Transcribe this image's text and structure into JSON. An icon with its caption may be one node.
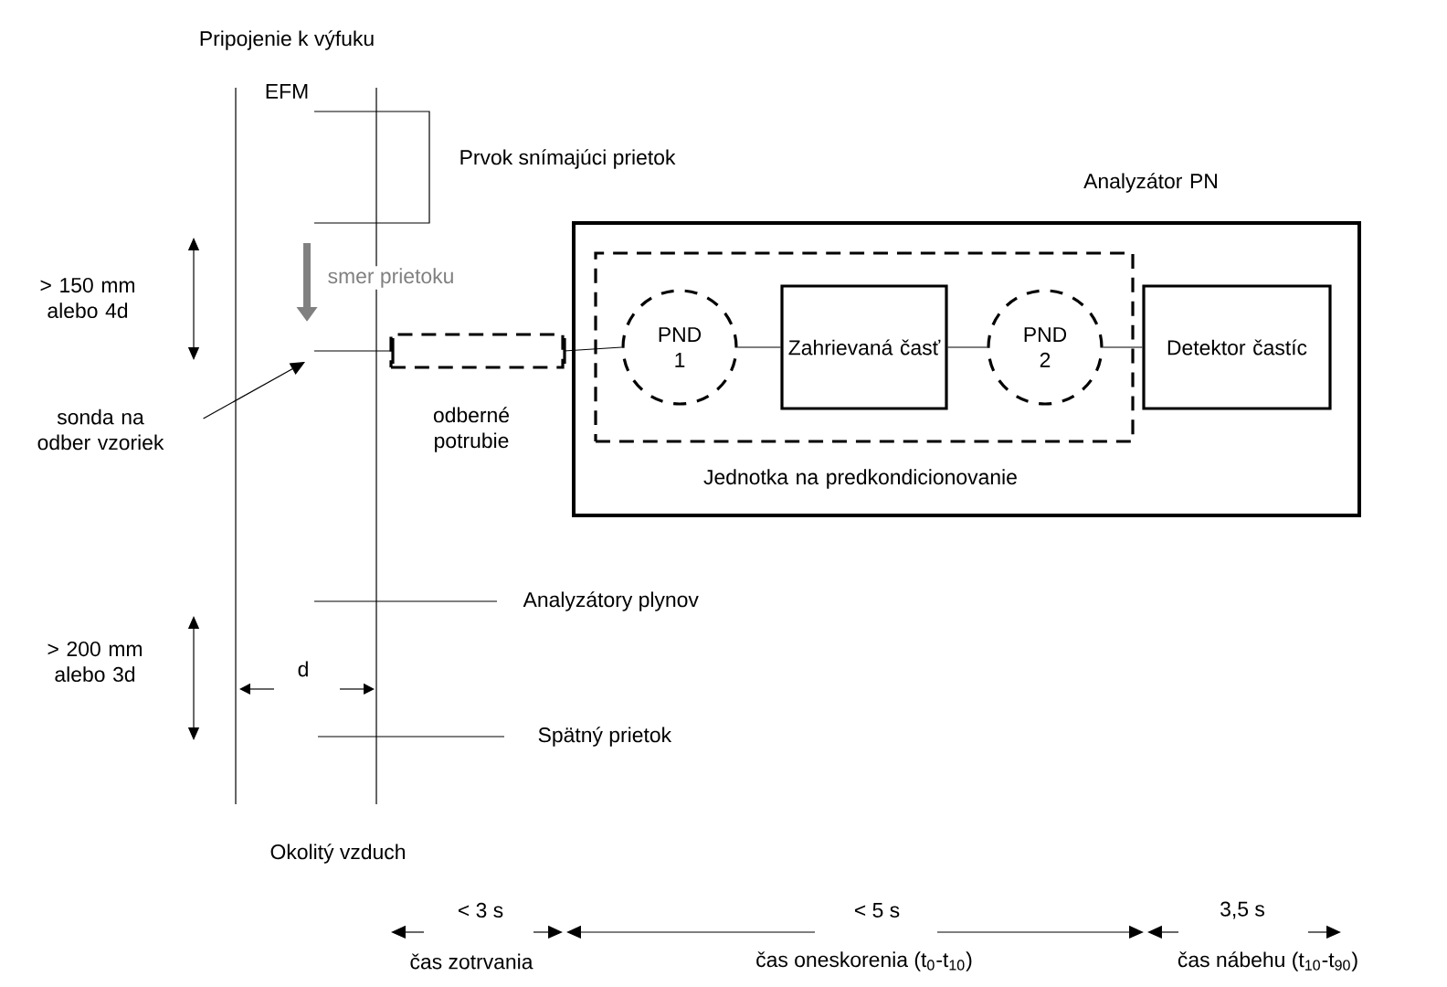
{
  "diagram": {
    "nodes": [
      {
        "text": [
          "Analyzátor PN"
        ]
      },
      {
        "text": [
          "Jednotka na predkondicionovanie"
        ],
        "in": 0
      },
      {
        "text": [
          "PND 1"
        ],
        "in": 1
      },
      {
        "text": [
          "Zahrievaná časť"
        ],
        "in": 1
      },
      {
        "text": [
          "PND 2"
        ],
        "in": 1
      },
      {
        "text": [
          "Detektor častíc"
        ],
        "in": 0
      },
      {
        "text": [
          "odberné potrubie"
        ]
      },
      {
        "text": [
          "sonda na odber vzoriek"
        ]
      }
    ],
    "edges": [
      {
        "from": 7,
        "to": null,
        "arrow": "to"
      },
      {
        "from": 6,
        "to": 2,
        "arrow": "none"
      },
      {
        "from": 2,
        "to": 3,
        "arrow": "none"
      },
      {
        "from": 3,
        "to": 4,
        "arrow": "none"
      },
      {
        "from": 4,
        "to": 5,
        "arrow": "none"
      }
    ],
    "labels": [
      "Pripojenie k výfuku",
      "EFM",
      "Prvok snímajúci prietok",
      "smer prietoku",
      "> 150 mm alebo 4d",
      "Analyzátory plynov",
      "> 200 mm alebo 3d",
      "d",
      "Spätný prietok",
      "Okolitý vzduch",
      "< 3 s",
      "< 5 s",
      "3,5 s",
      "čas zotrvania",
      "čas oneskorenia (t$_{0}$-t$_{10}$)",
      "čas nábehu (t$_{10}$-t$_{90}$)"
    ]
  }
}
